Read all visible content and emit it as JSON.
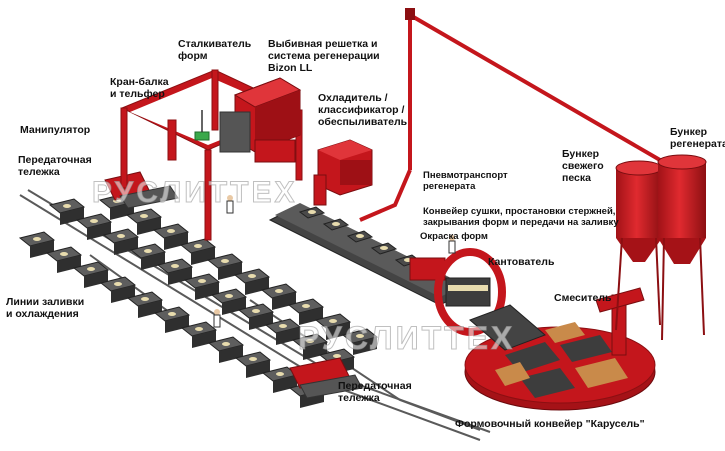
{
  "labels": {
    "stalkivatel": "Сталкиватель\nформ",
    "vybivnaya": "Выбивная решетка и\nсистема регенерации\nBizon LL",
    "kran": "Кран-балка\nи тельфер",
    "ohladitel": "Охладитель /\nклассификатор /\nобеспыливатель",
    "manipulator": "Манипулятор",
    "peredatochnaya_top": "Передаточная\nтележка",
    "pnevmo": "Пневмотранспорт\nрегенерата",
    "bunker_regen": "Бункер\nрегенерата",
    "bunker_fresh": "Бункер\nсвежего\nпеска",
    "konveyer_sushki": "Конвейер сушки, простановки стержней,\nзакрывания форм и передачи на заливку",
    "okraska": "Окраска форм",
    "kantovatel": "Кантователь",
    "smesitel": "Смеситель",
    "linii": "Линии заливки\nи охлаждения",
    "peredatochnaya_bottom": "Передаточная\nтележка",
    "karusel": "Формовочный конвейер \"Карусель\""
  },
  "watermark": "РУСЛИТТЕХ",
  "colors": {
    "frame_red": "#c4161c",
    "dark_red": "#8c0f12",
    "mold_dark": "#3d3d3d",
    "mold_top": "#585858",
    "mold_spot": "#e8dcae",
    "rail": "#555555",
    "crate": "#c98a4a"
  }
}
